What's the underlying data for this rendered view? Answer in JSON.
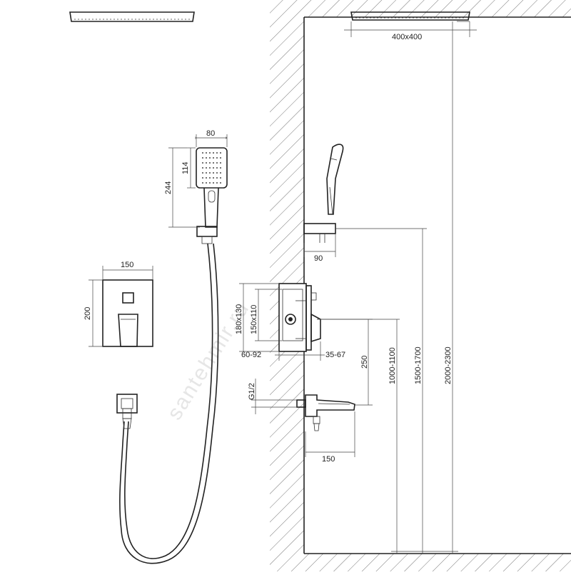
{
  "dimensions": {
    "overhead_size": "400x400",
    "hand_width": "80",
    "hand_head_height": "114",
    "hand_total_height": "244",
    "mixer_width": "150",
    "mixer_height": "200",
    "holder_offset": "90",
    "box_outer": "180x130",
    "box_inner": "150x110",
    "box_depth": "60-92",
    "cover_depth": "35-67",
    "spout_rise": "250",
    "thread": "G1/2",
    "spout_length": "150",
    "mixer_height_range": "1000-1100",
    "holder_height_range": "1500-1700",
    "head_height_range": "2000-2300"
  },
  "watermark": "santehmir.ru"
}
